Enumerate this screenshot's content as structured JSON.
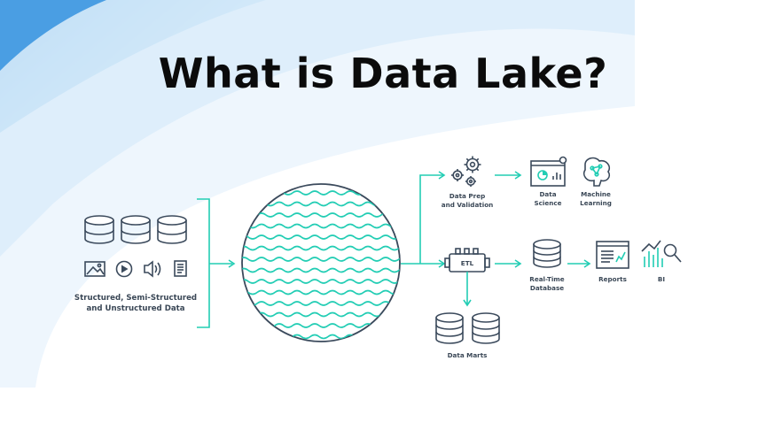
{
  "title": "What is Data Lake?",
  "sources": {
    "label_line1": "Structured, Semi-Structured",
    "label_line2": "and Unstructured Data"
  },
  "outputs": {
    "data_prep_line1": "Data Prep",
    "data_prep_line2": "and Validation",
    "data_science_line1": "Data",
    "data_science_line2": "Science",
    "machine_learning_line1": "Machine",
    "machine_learning_line2": "Learning",
    "etl": "ETL",
    "realtime_db_line1": "Real-Time",
    "realtime_db_line2": "Database",
    "reports": "Reports",
    "bi": "BI",
    "data_marts": "Data Marts"
  },
  "colors": {
    "accent": "#22cdb4",
    "ink": "#3b4a5c",
    "background_blue": "#cfe6f8"
  },
  "icons": [
    "database-icon",
    "image-icon",
    "play-icon",
    "audio-icon",
    "document-icon",
    "gear-icon",
    "dashboard-icon",
    "brain-icon",
    "etl-machine-icon",
    "report-icon",
    "bi-chart-icon"
  ]
}
